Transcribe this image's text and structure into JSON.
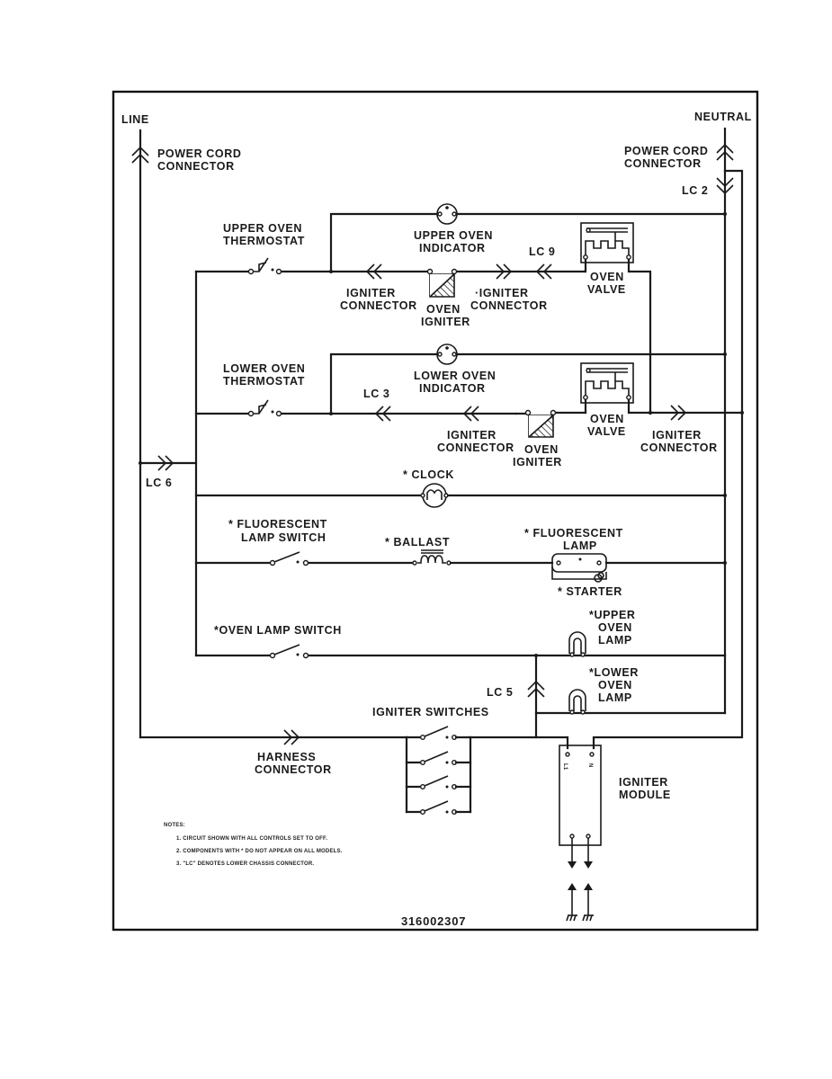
{
  "diagram": {
    "type": "wiring-schematic",
    "part_number": "316002307",
    "rails": {
      "line": "LINE",
      "neutral": "NEUTRAL"
    },
    "labels": {
      "power_cord_left": [
        "POWER CORD",
        "CONNECTOR"
      ],
      "power_cord_right": [
        "POWER CORD",
        "CONNECTOR"
      ],
      "lc2": "LC 2",
      "upper_thermostat": [
        "UPPER OVEN",
        "THERMOSTAT"
      ],
      "upper_indicator": [
        "UPPER OVEN",
        "INDICATOR"
      ],
      "upper_igniter_conn_left": [
        "IGNITER",
        "CONNECTOR"
      ],
      "upper_igniter": [
        "OVEN",
        "IGNITER"
      ],
      "upper_igniter_conn_right": [
        "·IGNITER",
        "CONNECTOR"
      ],
      "lc9": "LC 9",
      "upper_valve": [
        "OVEN",
        "VALVE"
      ],
      "lower_thermostat": [
        "LOWER OVEN",
        "THERMOSTAT"
      ],
      "lower_indicator": [
        "LOWER OVEN",
        "INDICATOR"
      ],
      "lc3": "LC 3",
      "lower_igniter_conn_left": [
        "IGNITER",
        "CONNECTOR"
      ],
      "lower_igniter": [
        "OVEN",
        "IGNITER"
      ],
      "lower_valve": [
        "OVEN",
        "VALVE"
      ],
      "lower_igniter_conn_right": [
        "IGNITER",
        "CONNECTOR"
      ],
      "lc6": "LC 6",
      "clock": "* CLOCK",
      "fluorescent_switch": [
        "* FLUORESCENT",
        "LAMP SWITCH"
      ],
      "ballast": "* BALLAST",
      "fluorescent_lamp": [
        "* FLUORESCENT",
        "LAMP"
      ],
      "starter": "* STARTER",
      "oven_lamp_switch": "*OVEN LAMP SWITCH",
      "upper_oven_lamp": [
        "*UPPER",
        "OVEN",
        "LAMP"
      ],
      "lower_oven_lamp": [
        "*LOWER",
        "OVEN",
        "LAMP"
      ],
      "lc5": "LC 5",
      "igniter_switches": "IGNITER SWITCHES",
      "harness_connector": [
        "HARNESS",
        "CONNECTOR"
      ],
      "igniter_module": [
        "IGNITER",
        "MODULE"
      ],
      "module_pin_left": "L1",
      "module_pin_right": "N"
    },
    "notes": {
      "title": "NOTES:",
      "items": [
        "1. CIRCUIT SHOWN WITH ALL CONTROLS SET TO OFF.",
        "2. COMPONENTS WITH * DO NOT APPEAR ON ALL MODELS.",
        "3. \"LC\" DENOTES LOWER CHASSIS CONNECTOR."
      ]
    }
  }
}
